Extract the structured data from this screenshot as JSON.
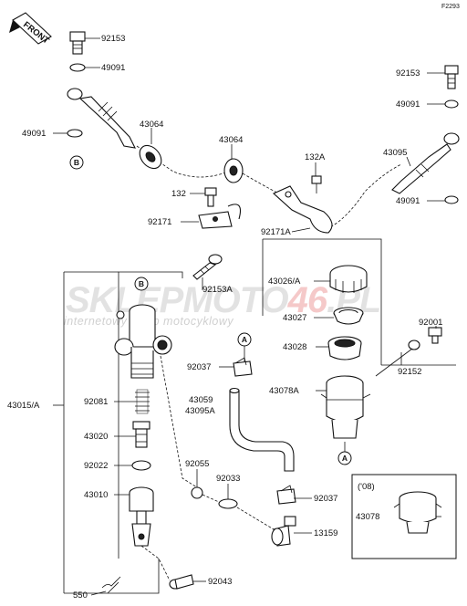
{
  "diagram_code": "F2293",
  "front_label": "FRONT",
  "watermark": {
    "brand_left": "SKLEP",
    "brand_mid": "MOTO",
    "brand_accent": "46",
    "brand_right": ".PL",
    "subtitle": "internetowy sklep motocyklowy"
  },
  "inset_label": "('08)",
  "ref_markers": {
    "b": "B",
    "a": "A"
  },
  "labels": {
    "l92153_top": "92153",
    "l49091_top": "49091",
    "l92153_right": "92153",
    "l49091_right_top": "49091",
    "l49091_left": "49091",
    "l43064_a": "43064",
    "l43064_b": "43064",
    "l132a": "132A",
    "l43095": "43095",
    "l132": "132",
    "l49091_right_bot": "49091",
    "l92171": "92171",
    "l92171a": "92171A",
    "l92153a": "92153A",
    "l43026a": "43026/A",
    "l43027": "43027",
    "l92001": "92001",
    "l43028": "43028",
    "l92037_top": "92037",
    "l92152": "92152",
    "l43015a": "43015/A",
    "l43059": "43059",
    "l43095a": "43095A",
    "l43078a": "43078A",
    "l92081": "92081",
    "l43020": "43020",
    "l92055": "92055",
    "l92022": "92022",
    "l92033": "92033",
    "l43010": "43010",
    "l92037_bot": "92037",
    "l43078": "43078",
    "l13159": "13159",
    "l92043": "92043",
    "l550": "550"
  }
}
